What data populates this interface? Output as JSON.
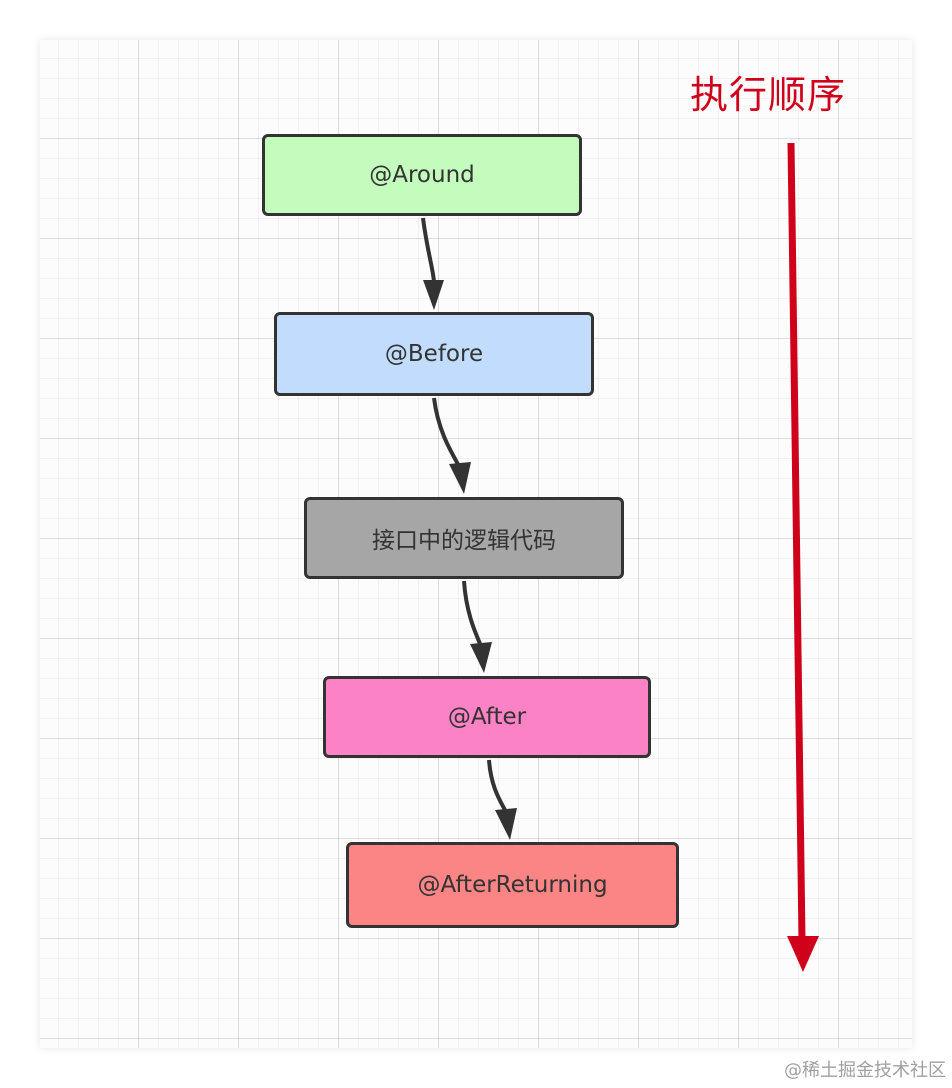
{
  "diagram": {
    "nodes": [
      {
        "id": "around",
        "label": "@Around",
        "fill": "#c3fcbd"
      },
      {
        "id": "before",
        "label": "@Before",
        "fill": "#c2dcfd"
      },
      {
        "id": "logic",
        "label": "接口中的逻辑代码",
        "fill": "#a6a6a6"
      },
      {
        "id": "after",
        "label": "@After",
        "fill": "#fb82c4"
      },
      {
        "id": "return",
        "label": "@AfterReturning",
        "fill": "#fb8585"
      }
    ],
    "edges": [
      {
        "from": "around",
        "to": "before"
      },
      {
        "from": "before",
        "to": "logic"
      },
      {
        "from": "logic",
        "to": "after"
      },
      {
        "from": "after",
        "to": "return"
      }
    ],
    "order_label": "执行顺序",
    "order_arrow_color": "#d0021b",
    "edge_color": "#333333"
  },
  "watermark": "@稀土掘金技术社区"
}
